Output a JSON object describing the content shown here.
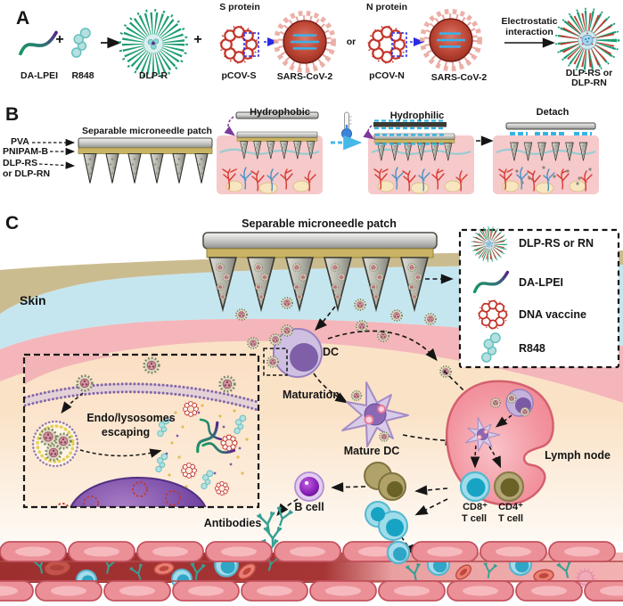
{
  "panelA": {
    "label": "A",
    "plus": "+",
    "da_lpei": "DA-LPEI",
    "r848": "R848",
    "dlp_r": "DLP-R",
    "s_protein": "S protein",
    "pcov_s": "pCOV-S",
    "sars_cov_2_first": "SARS-CoV-2",
    "or": "or",
    "n_protein": "N protein",
    "pcov_n": "pCOV-N",
    "sars_cov_2_second": "SARS-CoV-2",
    "electrostatic_line1": "Electrostatic",
    "electrostatic_line2": "interaction",
    "product_line1": "DLP-RS or",
    "product_line2": "DLP-RN"
  },
  "panelB": {
    "label": "B",
    "patch_title": "Separable microneedle patch",
    "pva": "PVA",
    "pnipam_b": "PNIPAM-B",
    "dlp_rs": "DLP-RS",
    "or_dlp_rn": "or DLP-RN",
    "hydrophobic": "Hydrophobic",
    "hydrophilic": "Hydrophilic",
    "detach": "Detach"
  },
  "panelC": {
    "label": "C",
    "patch_title": "Separable microneedle patch",
    "skin": "Skin",
    "legend": {
      "items": [
        {
          "label": "DLP-RS or RN",
          "icon": "micelle-icon"
        },
        {
          "label": "DA-LPEI",
          "icon": "polymer-icon"
        },
        {
          "label": "DNA vaccine",
          "icon": "plasmid-icon"
        },
        {
          "label": "R848",
          "icon": "r848-icon"
        }
      ]
    },
    "dc": "DC",
    "maturation": "Maturation",
    "mature_dc": "Mature DC",
    "endo_line1": "Endo/lysosomes",
    "endo_line2": "escaping",
    "b_cell": "B cell",
    "antibodies": "Antibodies",
    "cd8_line1": "CD8⁺",
    "cd8_line2": "T cell",
    "cd4_line1": "CD4⁺",
    "cd4_line2": "T cell",
    "lymph_node": "Lymph node"
  },
  "colors": {
    "micelle_green": "#1d9d72",
    "dna_red": "#c3342b",
    "r848_teal": "#8fd6d6",
    "polymer_purple": "#5a2a80",
    "virus_body": "#9c2a1e",
    "patch_gray": "#b9b9b3",
    "pnipam_tan": "#c9b465",
    "skin_tan": "#cbbc90",
    "epidermis_blue": "#c6e6ef",
    "dermis_pink": "#f4b6ba",
    "dc_purple": "#7e5fa8",
    "b_cell_purple": "#7a18a8",
    "cd8_cyan": "#17a4c4",
    "cd4_olive": "#6b6228",
    "lymph_node_pink": "#ee8794",
    "vessel_red": "#a63535",
    "antibody_teal": "#35a093"
  }
}
